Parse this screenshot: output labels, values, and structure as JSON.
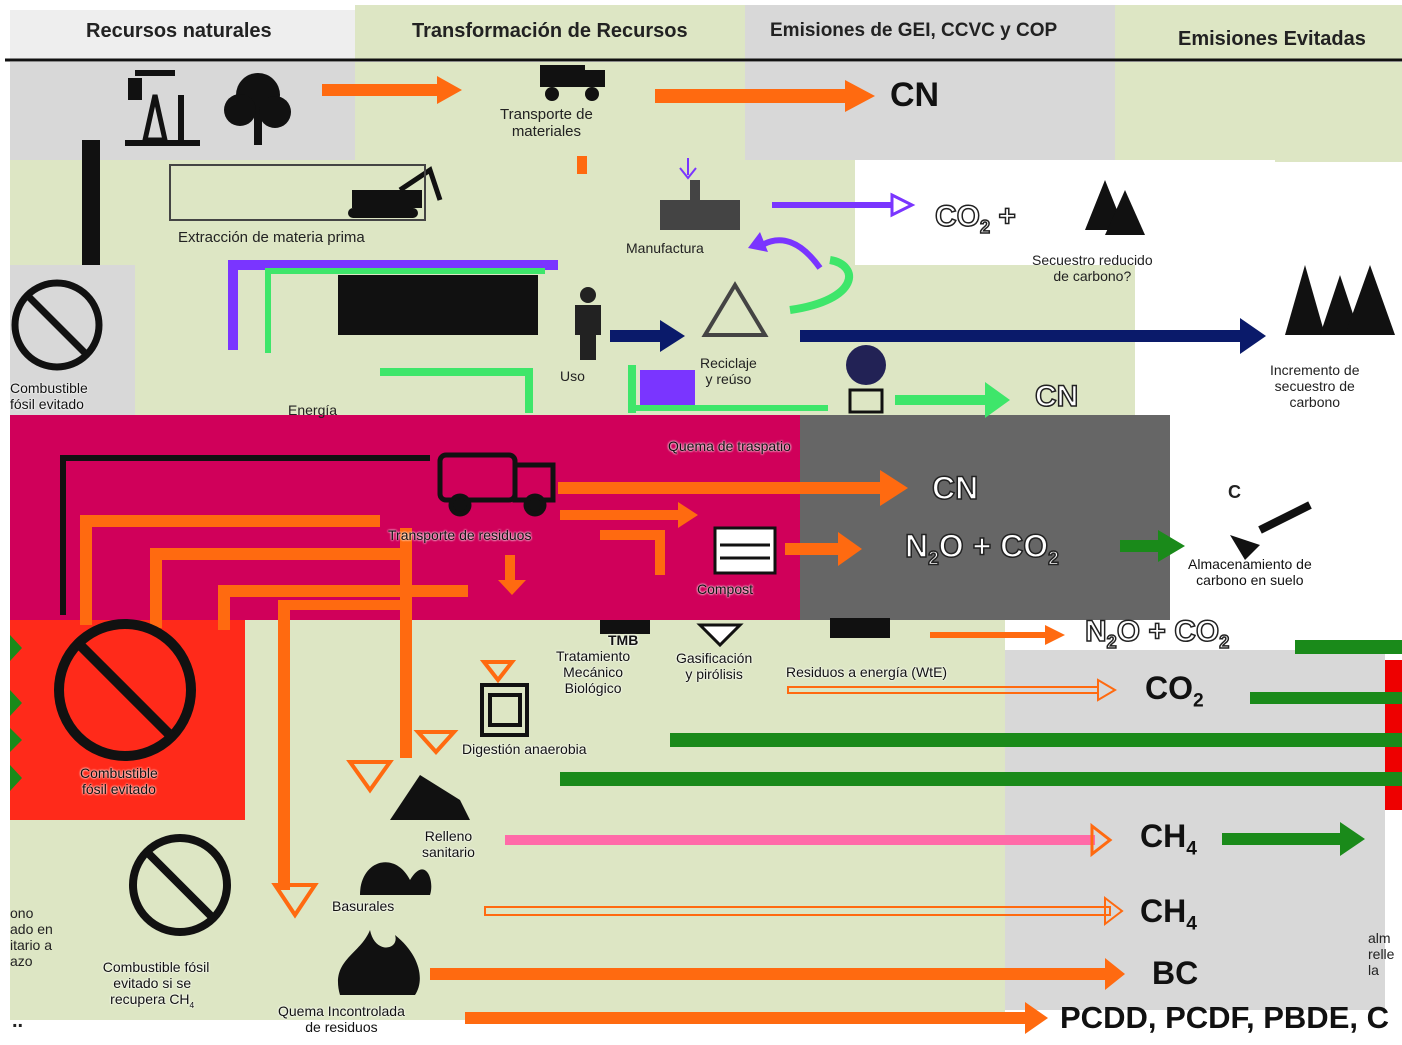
{
  "headers": {
    "col1": "Recursos naturales",
    "col2": "Transformación de Recursos",
    "col3": "Emisiones de GEI, CCVC y COP",
    "col4": "Emisiones Evitadas"
  },
  "labels": {
    "transporte_materiales": "Transporte de\nmateriales",
    "extraccion": "Extracción de materia prima",
    "manufactura": "Manufactura",
    "secuestro_reducido": "Secuestro reducido\nde carbono?",
    "combustible_evitado_top": "Combustible\nfósil evitado",
    "energia": "Energía",
    "uso": "Uso",
    "reciclaje": "Reciclaje\ny reúso",
    "incremento_secuestro": "Incremento de\nsecuestro de\ncarbono",
    "quema_traspatio": "Quema de traspatio",
    "transporte_residuos": "Transporte de residuos",
    "compost": "Compost",
    "almacenamiento": "Almacenamiento de\ncarbono en suelo",
    "tmb": "TMB",
    "tratamiento": "Tratamiento\nMecánico\nBiológico",
    "gasificacion": "Gasificación\ny pirólisis",
    "wte": "Residuos a energía (WtE)",
    "combustible_evitado_mid": "Combustible\nfósil evitado",
    "digestion": "Digestión anaerobia",
    "relleno": "Relleno\nsanitario",
    "basurales": "Basurales",
    "quema_incontrolada": "Quema Incontrolada\nde residuos",
    "combustible_ch4": "Combustible fósil\nevitado si se\nrecupera CH",
    "combustible_ch4_sub": "4",
    "left_partial": "ono\nado en\nitario a\nazo",
    "left_dots": "..",
    "right_partial": "alm\nrelle\nla",
    "carbon_c": "C"
  },
  "gases": {
    "cn1": "CN",
    "co2_plus": "CO",
    "co2_plus_sub": "2",
    "co2_plus_tail": " +",
    "cn2": "CN",
    "cn3": "CN",
    "n2o_co2_a": "N",
    "n2o_co2_a2": "O + CO",
    "n2o_co2_b": "N",
    "n2o_co2_b2": "O + CO",
    "co2": "CO",
    "ch4_a": "CH",
    "ch4_b": "CH",
    "ch4_sub": "4",
    "sub2": "2",
    "bc": "BC",
    "pcdd": "PCDD, PCDF, PBDE, C"
  },
  "icons": [
    "oil-pump-icon",
    "tree-icon",
    "dump-truck-icon",
    "excavator-icon",
    "factory-icon",
    "forest-icon",
    "no-fuel-icon",
    "recycle-icon",
    "person-icon",
    "fire-bin-icon",
    "garbage-truck-icon",
    "compost-icon",
    "shovel-icon",
    "digester-icon",
    "landfill-icon",
    "dump-icon",
    "fire-icon"
  ],
  "colors": {
    "orange": "#ff6a10",
    "purple": "#7a35ff",
    "navy": "#0a1a6a",
    "green": "#1a8a1a",
    "lightgreen": "#3ee66a",
    "pink": "#ff6aa8",
    "magenta": "#d0005a",
    "panel_green": "#dde6c4",
    "panel_gray": "#d8d8d8"
  }
}
